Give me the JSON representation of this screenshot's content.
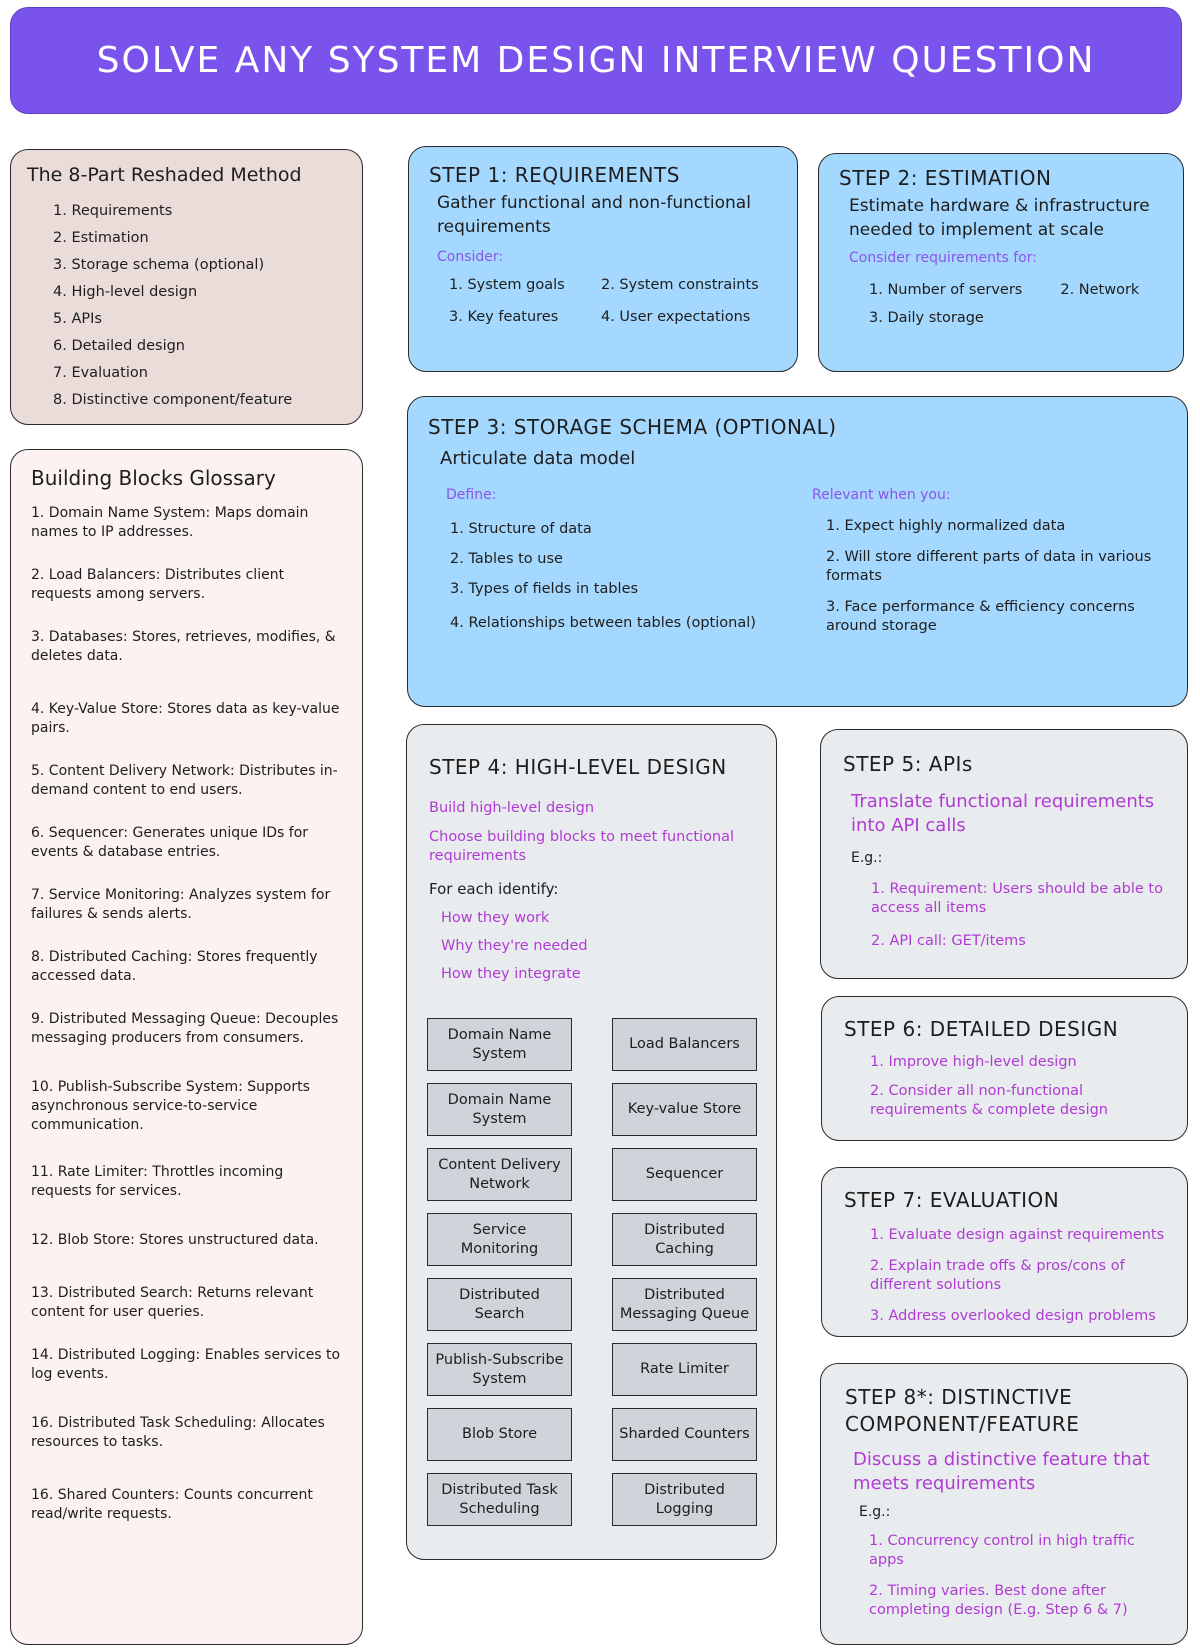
{
  "title": "SOLVE ANY SYSTEM DESIGN INTERVIEW QUESTION",
  "method": {
    "title": "The 8-Part Reshaded Method",
    "items": [
      "1. Requirements",
      "2. Estimation",
      "3. Storage schema (optional)",
      "4. High-level design",
      "5. APIs",
      "6. Detailed design",
      "7. Evaluation",
      "8. Distinctive component/feature"
    ]
  },
  "glossary": {
    "title": "Building Blocks Glossary",
    "items": [
      "1. Domain Name System: Maps domain names to IP addresses.",
      "2. Load Balancers: Distributes client requests among servers.",
      "3. Databases: Stores, retrieves, modifies, & deletes data.",
      "4. Key-Value Store: Stores data as key-value pairs.",
      "5. Content Delivery Network: Distributes in-demand content to end users.",
      "6. Sequencer: Generates unique IDs for events & database entries.",
      "7. Service Monitoring: Analyzes system for failures & sends alerts.",
      "8. Distributed Caching: Stores frequently accessed data.",
      "9. Distributed Messaging Queue: Decouples messaging producers from consumers.",
      "10. Publish-Subscribe System: Supports asynchronous service-to-service communication.",
      "11. Rate Limiter: Throttles incoming requests for services.",
      "12. Blob Store: Stores unstructured data.",
      "13. Distributed Search: Returns relevant content for user queries.",
      "14. Distributed Logging: Enables services to log events.",
      "16. Distributed Task Scheduling: Allocates resources to tasks.",
      "16. Shared Counters: Counts concurrent read/write requests."
    ]
  },
  "step1": {
    "title": "STEP 1: REQUIREMENTS",
    "desc": "Gather functional and non-functional requirements",
    "consider": "Consider:",
    "items": [
      "1. System goals",
      "2. System constraints",
      "3. Key features",
      "4. User expectations"
    ]
  },
  "step2": {
    "title": "STEP 2: ESTIMATION",
    "desc": "Estimate hardware & infrastructure needed to implement at scale",
    "consider": "Consider requirements for:",
    "items": [
      "1. Number of servers",
      "2. Network",
      "3. Daily storage"
    ]
  },
  "step3": {
    "title": "STEP 3: STORAGE SCHEMA (OPTIONAL)",
    "desc": "Articulate data model",
    "define_label": "Define:",
    "define": [
      "1. Structure of data",
      "2. Tables to use",
      "3. Types of fields in tables",
      "4. Relationships between tables (optional)"
    ],
    "relevant_label": "Relevant when you:",
    "relevant": [
      "1. Expect highly normalized data",
      "2. Will store different parts of data in various formats",
      "3. Face performance & efficiency concerns around storage"
    ]
  },
  "step4": {
    "title": "STEP 4: HIGH-LEVEL DESIGN",
    "build": "Build high-level design",
    "choose": "Choose building blocks to meet functional requirements",
    "for_each": "For each identify:",
    "sub": [
      "How they work",
      "Why they're needed",
      "How they integrate"
    ],
    "blocks": [
      "Domain Name System",
      "Load Balancers",
      "Domain Name System",
      "Key-value Store",
      "Content Delivery Network",
      "Sequencer",
      "Service Monitoring",
      "Distributed Caching",
      "Distributed Search",
      "Distributed Messaging Queue",
      "Publish-Subscribe System",
      "Rate Limiter",
      "Blob Store",
      "Sharded Counters",
      "Distributed Task Scheduling",
      "Distributed Logging"
    ]
  },
  "step5": {
    "title": "STEP 5: APIs",
    "desc": "Translate functional requirements into API calls",
    "eg": "E.g.:",
    "items": [
      "1. Requirement: Users should be able to access all items",
      "2. API call: GET/items"
    ]
  },
  "step6": {
    "title": "STEP 6: DETAILED DESIGN",
    "items": [
      "1. Improve high-level design",
      "2. Consider all non-functional requirements & complete design"
    ]
  },
  "step7": {
    "title": "STEP 7: EVALUATION",
    "items": [
      "1. Evaluate design against requirements",
      "2. Explain trade offs & pros/cons of different solutions",
      "3. Address overlooked design problems"
    ]
  },
  "step8": {
    "title": "STEP 8*: DISTINCTIVE COMPONENT/FEATURE",
    "desc": "Discuss a distinctive feature that meets requirements",
    "eg": "E.g.:",
    "items": [
      "1. Concurrency control in high traffic apps",
      "2. Timing varies. Best done after completing design (E.g. Step 6 & 7)"
    ]
  },
  "colors": {
    "banner": "#7a52ec",
    "step_blue": "#a5d8ff",
    "step_grey": "#e9ecef",
    "method_bg": "#eaddd9",
    "glossary_bg": "#fbf2f1",
    "block_bg": "#ced4da",
    "label_purple": "#8a55e8",
    "text_magenta": "#b03bd3"
  }
}
